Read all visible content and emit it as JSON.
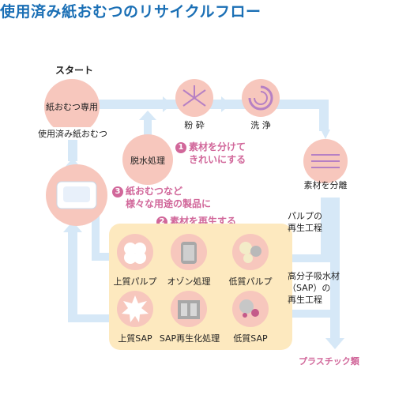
{
  "title": "使用済み紙おむつのリサイクルフロー",
  "start_label": "スタート",
  "nodes": {
    "special_bag": "紙おむつ専用",
    "used_diaper": "使用済み紙おむつ",
    "dehydration": "脱水処理",
    "crushing": "粉 砕",
    "washing": "洗 浄",
    "separation": "素材を分離",
    "high_pulp": "上質パルプ",
    "ozone": "オゾン処理",
    "low_pulp": "低質パルプ",
    "high_sap": "上質SAP",
    "sap_regen": "SAP再生化処理",
    "low_sap": "低質SAP"
  },
  "steps": {
    "step1": {
      "num": "1",
      "line1": "素材を分けて",
      "line2": "きれいにする"
    },
    "step2": {
      "num": "2",
      "line1": "素材を再生する"
    },
    "step3": {
      "num": "3",
      "line1": "紙おむつなど",
      "line2": "様々な用途の製品に"
    }
  },
  "side_labels": {
    "pulp_line1": "パルプの",
    "pulp_line2": "再生工程",
    "sap_line1": "高分子吸水材",
    "sap_line2": "（SAP）の",
    "sap_line3": "再生工程",
    "plastics": "プラスチック類"
  },
  "colors": {
    "title": "#1a6fb5",
    "flow_arrow": "#d6e8f7",
    "node_circle": "#f7c7bd",
    "accent_pink": "#d1679a",
    "panel": "#fde9bf"
  }
}
